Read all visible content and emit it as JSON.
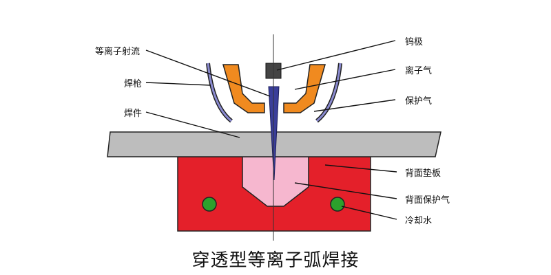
{
  "labels": {
    "plasma_jet": "等离子射流",
    "torch": "焊枪",
    "workpiece": "焊件",
    "tungsten_electrode": "钨极",
    "plasma_gas": "离子气",
    "shielding_gas": "保护气",
    "backing_plate": "背面垫板",
    "back_shielding_gas": "背面保护气",
    "cooling_water": "冷却水"
  },
  "caption": "穿透型等离子弧焊接",
  "colors": {
    "nozzle": "#f08a1f",
    "electrode": "#3a3e99",
    "workpiece": "#bdbdbd",
    "backing_plate": "#e4202a",
    "back_gas_zone": "#f6b7cf",
    "cooling_water": "#2ca02c",
    "torch_shell": "#6a6ab0"
  }
}
